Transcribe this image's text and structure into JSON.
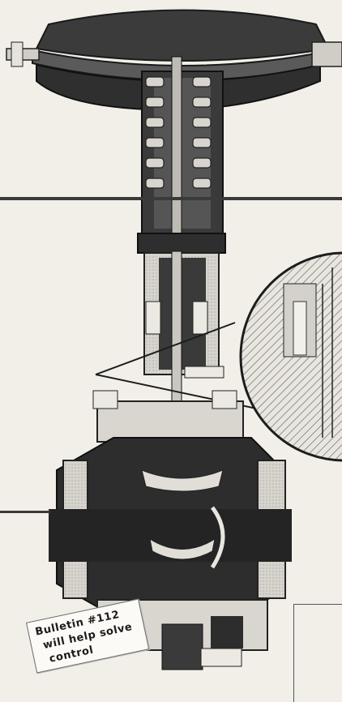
{
  "bulletin_tag": {
    "line1": "Bulletin #112",
    "line2": "will help solve",
    "line3": "control"
  },
  "colors": {
    "paper": "#f1efe8",
    "ink": "#262626",
    "casting": "#d9d7d0",
    "hatch": "#6f6f6f"
  },
  "icons": {
    "valve": "control-valve-cutaway-illustration",
    "detail": "magnified-detail-circle"
  }
}
